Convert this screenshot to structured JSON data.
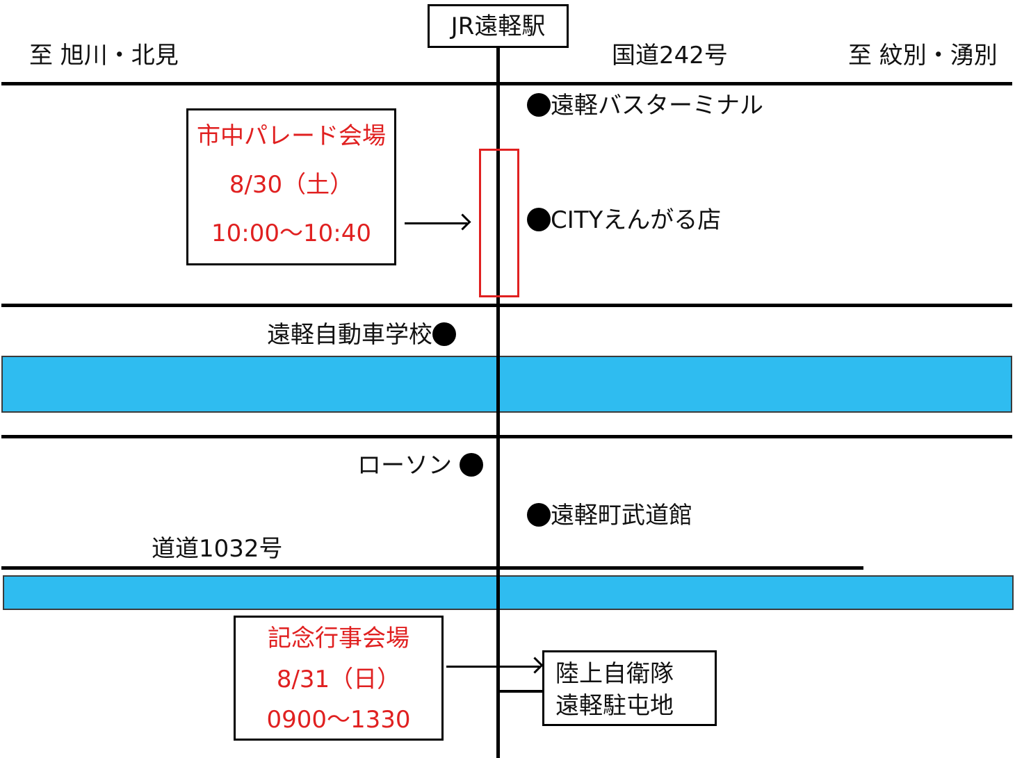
{
  "station": {
    "label": "JR遠軽駅"
  },
  "directions": {
    "west": "至 旭川・北見",
    "east": "至 紋別・湧別"
  },
  "roads": {
    "national": "国道242号",
    "prefectural": "道道1032号"
  },
  "landmarks": {
    "bus_terminal": "遠軽バスターミナル",
    "city_store": "CITYえんがる店",
    "driving_school": "遠軽自動車学校",
    "lawson": "ローソン",
    "budokan": "遠軽町武道館"
  },
  "parade_venue": {
    "title": "市中パレード会場",
    "date": "8/30（土）",
    "time": "10:00～10:40"
  },
  "ceremony_venue": {
    "title": "記念行事会場",
    "date": "8/31（日）",
    "time": "0900～1330"
  },
  "garrison": {
    "line1": "陸上自衛隊",
    "line2": "遠軽駐屯地"
  },
  "colors": {
    "river": "#2fbcf0",
    "highlight": "#e02020",
    "road": "#000000"
  }
}
